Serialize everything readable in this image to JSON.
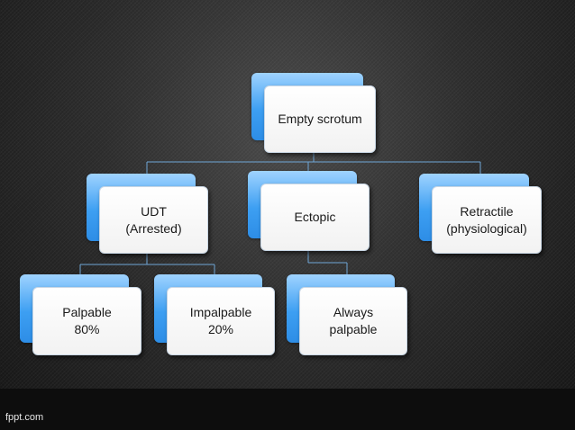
{
  "nodes": [
    {
      "id": "root",
      "lines": [
        "Empty scrotum"
      ]
    },
    {
      "id": "udt",
      "lines": [
        "UDT",
        "(Arrested)"
      ]
    },
    {
      "id": "ectopic",
      "lines": [
        "Ectopic"
      ]
    },
    {
      "id": "retractile",
      "lines": [
        "Retractile",
        "(physiological)"
      ]
    },
    {
      "id": "palpable",
      "lines": [
        "Palpable",
        "80%"
      ]
    },
    {
      "id": "impalpable",
      "lines": [
        "Impalpable",
        "20%"
      ]
    },
    {
      "id": "always",
      "lines": [
        "Always",
        "palpable"
      ]
    }
  ],
  "edges": [
    [
      "root",
      "udt"
    ],
    [
      "root",
      "ectopic"
    ],
    [
      "root",
      "retractile"
    ],
    [
      "udt",
      "palpable"
    ],
    [
      "udt",
      "impalpable"
    ],
    [
      "ectopic",
      "always"
    ]
  ],
  "footer": {
    "text": "fppt.com"
  },
  "colors": {
    "box_back": "#3d9ff2",
    "box_front": "#ffffff",
    "connector": "#6fa6d6"
  }
}
